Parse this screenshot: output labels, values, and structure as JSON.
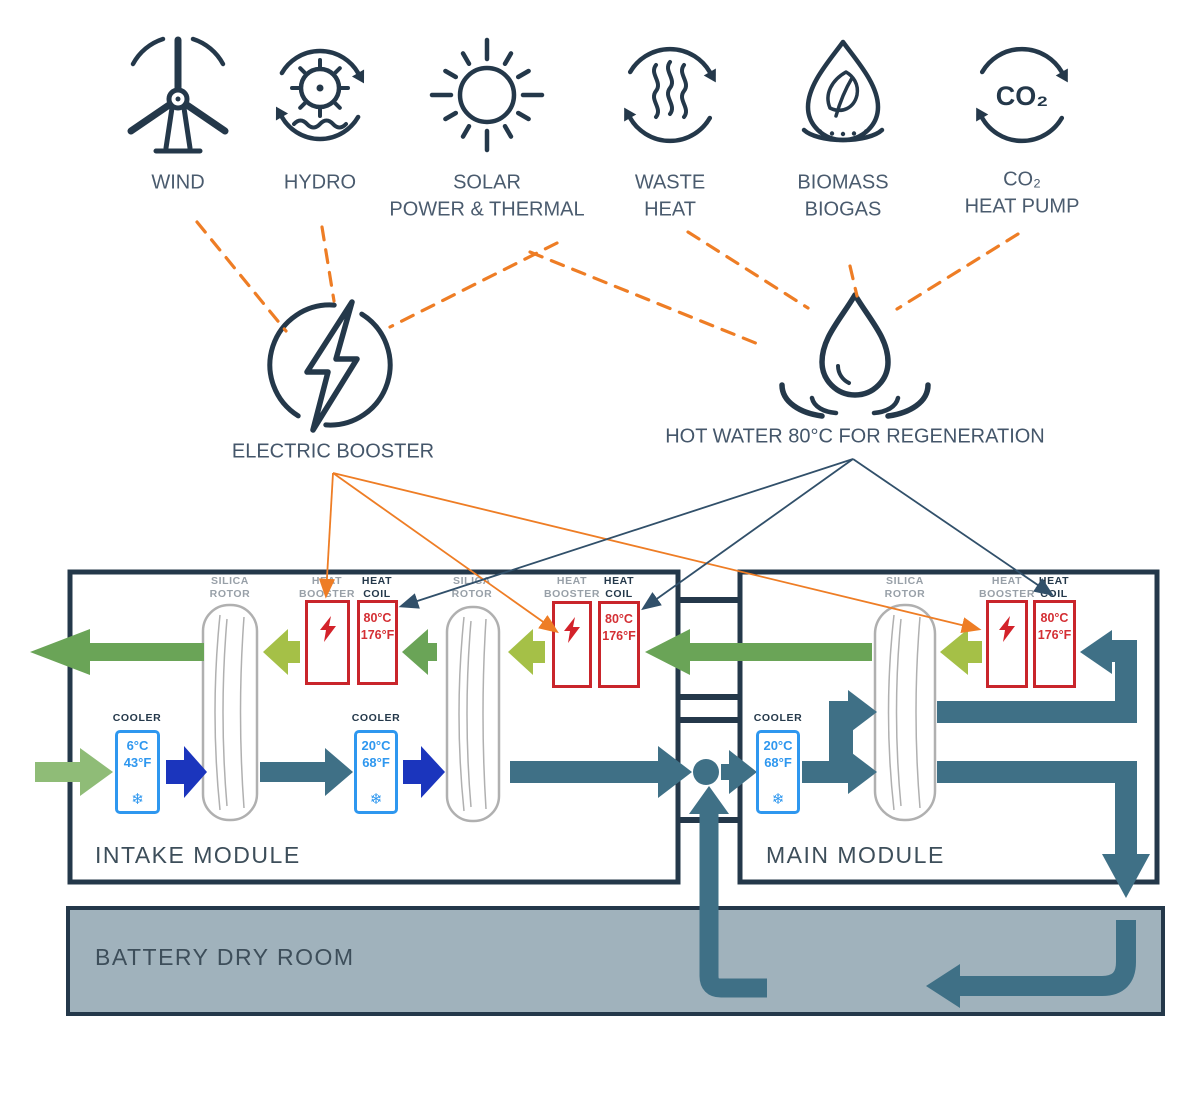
{
  "sources": [
    {
      "name": "wind",
      "lines": [
        "WIND"
      ]
    },
    {
      "name": "hydro",
      "lines": [
        "HYDRO"
      ]
    },
    {
      "name": "solar",
      "lines": [
        "SOLAR",
        "POWER & THERMAL"
      ]
    },
    {
      "name": "waste-heat",
      "lines": [
        "WASTE",
        "HEAT"
      ]
    },
    {
      "name": "biomass",
      "lines": [
        "BIOMASS",
        "BIOGAS"
      ]
    },
    {
      "name": "co2-heat-pump",
      "lines": [
        "CO₂",
        "HEAT PUMP"
      ]
    }
  ],
  "co2_icon_text": "CO₂",
  "hubs": {
    "electric_booster_label": "ELECTRIC BOOSTER",
    "hot_water_label": "HOT WATER 80°C FOR REGENERATION"
  },
  "modules": {
    "intake_label": "INTAKE MODULE",
    "main_label": "MAIN MODULE",
    "battery_label": "BATTERY DRY ROOM"
  },
  "component_labels": {
    "silica_rotor": [
      "SILICA",
      "ROTOR"
    ],
    "heat_booster": [
      "HEAT",
      "BOOSTER"
    ],
    "heat_coil": [
      "HEAT",
      "COIL"
    ],
    "cooler": "COOLER"
  },
  "values": {
    "cooler_intake_1": {
      "celsius": "6°C",
      "fahrenheit": "43°F"
    },
    "cooler_intake_2": {
      "celsius": "20°C",
      "fahrenheit": "68°F"
    },
    "cooler_main": {
      "celsius": "20°C",
      "fahrenheit": "68°F"
    },
    "heat_coil": {
      "celsius": "80°C",
      "fahrenheit": "176°F"
    }
  },
  "icons": {
    "snowflake": "❄"
  },
  "colors": {
    "slate": "#24384a",
    "orange": "#ee7d25",
    "annotation_slate": "#31506a",
    "teal": "#3f7086",
    "green": "#6aa457",
    "sage": "#8fbc77",
    "olive": "#a5c047",
    "navy": "#1b35bd",
    "red_border": "#c9252b",
    "red_text": "#d42f34",
    "cooler_blue": "#2e97ef",
    "battery_fill": "#a0b2bc",
    "gray_label": "#98a0a8"
  }
}
